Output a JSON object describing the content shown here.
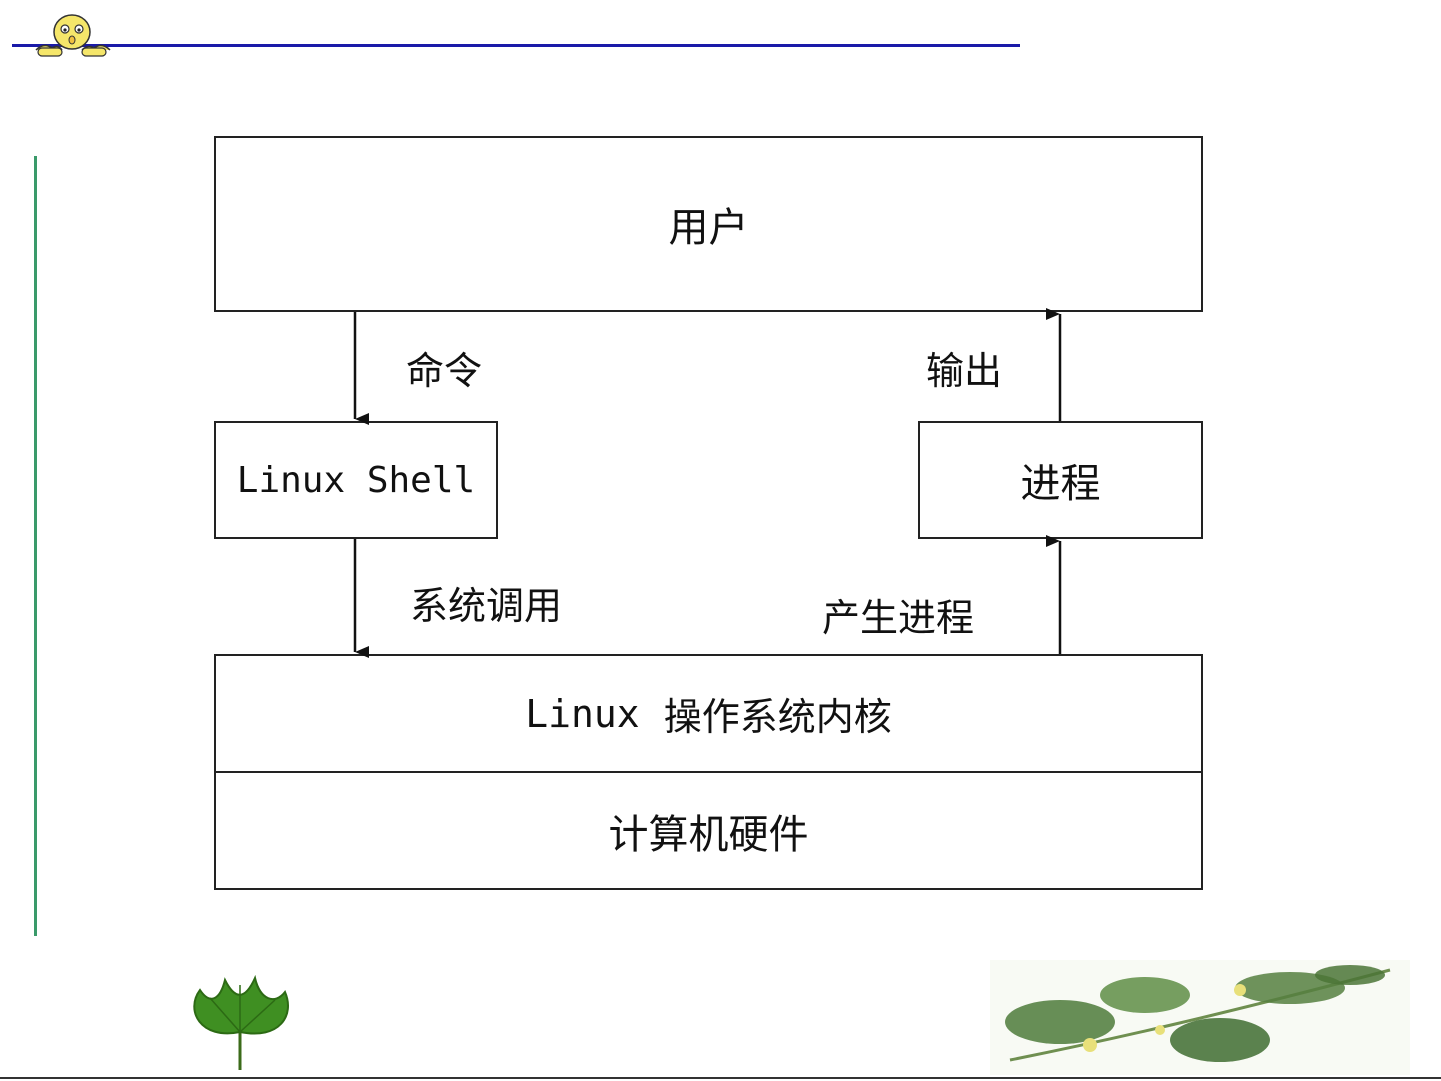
{
  "diagram": {
    "boxes": {
      "user": "用户",
      "shell": "Linux Shell",
      "process": "进程",
      "kernel_prefix": "Linux",
      "kernel_suffix": "操作系统内核",
      "hardware": "计算机硬件"
    },
    "edges": {
      "command": "命令",
      "output": "输出",
      "syscall": "系统调用",
      "spawn": "产生进程"
    }
  },
  "colors": {
    "header_line": "#1a1aa8",
    "side_bar": "#3a9a6a",
    "box_border": "#222222"
  },
  "icons": [
    "mascot-icon",
    "leaf-icon",
    "leaf-branch-icon"
  ]
}
